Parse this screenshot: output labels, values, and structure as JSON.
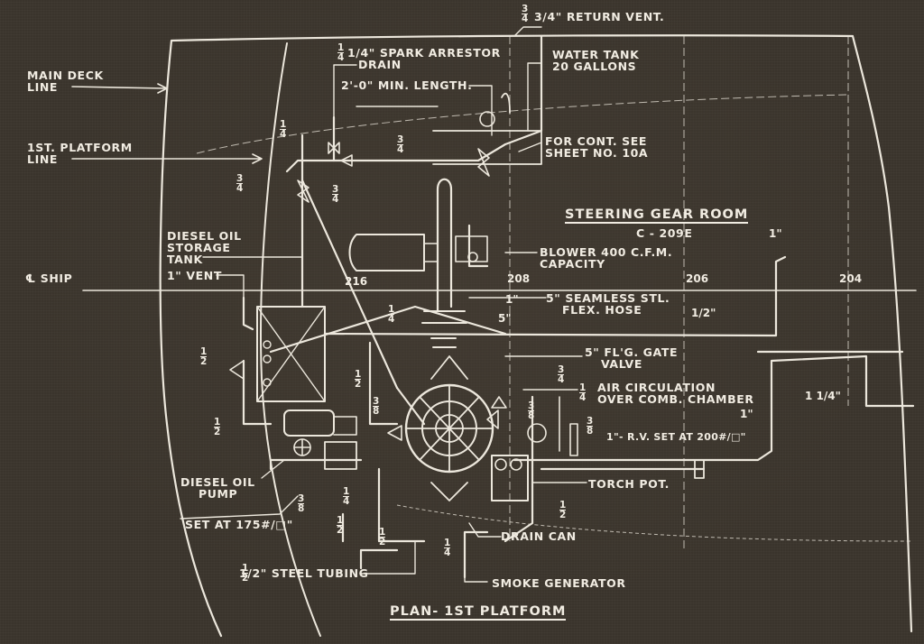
{
  "title": "PLAN- 1ST PLATFORM",
  "room": {
    "name": "STEERING GEAR ROOM",
    "code": "C - 209E"
  },
  "frames": [
    "216",
    "208",
    "206",
    "204"
  ],
  "reference_lines": {
    "main_deck": [
      "MAIN DECK",
      "LINE"
    ],
    "platform": [
      "1ST. PLATFORM",
      "LINE"
    ],
    "center_ship": "℄ SHIP"
  },
  "labels": {
    "return_vent": "3/4\" RETURN VENT.",
    "spark_arrestor": [
      "1/4\" SPARK ARRESTOR",
      "DRAIN"
    ],
    "min_length": "2'-0\" MIN. LENGTH.",
    "water_tank": [
      "WATER TANK",
      "20 GALLONS"
    ],
    "for_cont": [
      "FOR CONT. SEE",
      "SHEET NO. 10A"
    ],
    "diesel_tank": [
      "DIESEL OIL",
      "STORAGE",
      "TANK"
    ],
    "vent": "1\" VENT",
    "blower": [
      "BLOWER 400 C.F.M.",
      "CAPACITY"
    ],
    "hose": [
      "5\" SEAMLESS STL.",
      "FLEX. HOSE"
    ],
    "gate_valve": [
      "5\" FL'G. GATE",
      "VALVE"
    ],
    "air_circ": [
      "AIR CIRCULATION",
      "OVER COMB. CHAMBER"
    ],
    "rv_set": "1\"- R.V. SET AT 200#/□\"",
    "torch_pot": "TORCH POT.",
    "diesel_pump": [
      "DIESEL OIL",
      "PUMP"
    ],
    "set_at": "SET AT 175#/□\"",
    "drain_can": "DRAIN CAN",
    "steel_tubing": "1/2\" STEEL TUBING",
    "smoke_gen": "SMOKE GENERATOR"
  },
  "sizes": {
    "one": "1\"",
    "five": "5\"",
    "half": "1/2\"",
    "one_quarter_in": "1 1/4\"",
    "frac_num_1": "1",
    "frac_num_3": "3",
    "frac_den_2": "2",
    "frac_den_4": "4",
    "frac_den_8": "8"
  }
}
